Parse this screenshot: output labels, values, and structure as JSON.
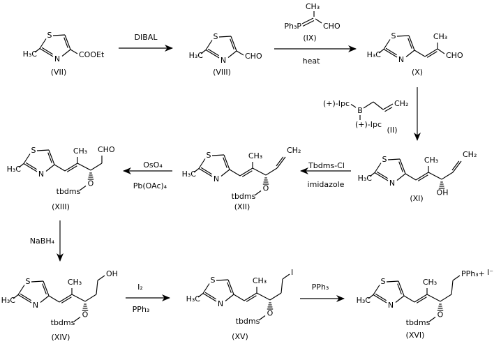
{
  "colors": {
    "ink": "#000000",
    "background": "#ffffff"
  },
  "compounds": {
    "VII": {
      "label": "(VII)",
      "ring_s": "S",
      "ring_n": "N",
      "methyl": "H₃C",
      "ester": "COOEt"
    },
    "VIII": {
      "label": "(VIII)",
      "ring_s": "S",
      "ring_n": "N",
      "methyl": "H₃C",
      "aldehyde": "CHO"
    },
    "X": {
      "label": "(X)",
      "ring_s": "S",
      "ring_n": "N",
      "methyl": "H₃C",
      "vinyl_methyl": "CH₃",
      "aldehyde": "CHO"
    },
    "XI": {
      "label": "(XI)",
      "ring_s": "S",
      "ring_n": "N",
      "methyl": "H₃C",
      "vinyl_methyl": "CH₃",
      "hydroxyl": "OH",
      "terminal_methylene": "CH₂"
    },
    "XII": {
      "label": "(XII)",
      "ring_s": "S",
      "ring_n": "N",
      "methyl": "H₃C",
      "vinyl_methyl": "CH₃",
      "oxygen": "O",
      "silyl": "tbdms",
      "terminal_methylene": "CH₂"
    },
    "XIII": {
      "label": "(XIII)",
      "ring_s": "S",
      "ring_n": "N",
      "methyl": "H₃C",
      "vinyl_methyl": "CH₃",
      "oxygen": "O",
      "silyl": "tbdms",
      "aldehyde": "CHO"
    },
    "XIV": {
      "label": "(XIV)",
      "ring_s": "S",
      "ring_n": "N",
      "methyl": "H₃C",
      "vinyl_methyl": "CH₃",
      "oxygen": "O",
      "silyl": "tbdms",
      "hydroxyl": "OH"
    },
    "XV": {
      "label": "(XV)",
      "ring_s": "S",
      "ring_n": "N",
      "methyl": "H₃C",
      "vinyl_methyl": "CH₃",
      "oxygen": "O",
      "silyl": "tbdms",
      "iodide": "I"
    },
    "XVI": {
      "label": "(XVI)",
      "ring_s": "S",
      "ring_n": "N",
      "methyl": "H₃C",
      "vinyl_methyl": "CH₃",
      "oxygen": "O",
      "silyl": "tbdms",
      "phosphonium": "PPh₃+",
      "counterion": "I⁻"
    }
  },
  "steps": {
    "dibal_reduction": {
      "reagent_above": "DIBAL"
    },
    "wittig_olefination": {
      "condition_below": "heat",
      "ylide": {
        "methyl": "CH₃",
        "phosphorus_group": "Ph₃P",
        "aldehyde": "CHO",
        "label": "(IX)"
      }
    },
    "allylboration": {
      "borane": {
        "ipc_top": "(+)-Ipc",
        "boron": "B",
        "ipc_bottom": "(+)-Ipc",
        "terminal_methylene": "CH₂",
        "label": "(II)"
      }
    },
    "silylation": {
      "reagent_above": "Tbdms-Cl",
      "reagent_below": "imidazole"
    },
    "oxidative_cleavage": {
      "reagent_above": "OsO₄",
      "reagent_below": "Pb(OAc)₄"
    },
    "borohydride_reduction": {
      "reagent_left": "NaBH₄"
    },
    "iodination": {
      "reagent_above": "I₂",
      "reagent_below": "PPh₃"
    },
    "phosphonium_salt_formation": {
      "reagent_above": "PPh₃"
    }
  }
}
